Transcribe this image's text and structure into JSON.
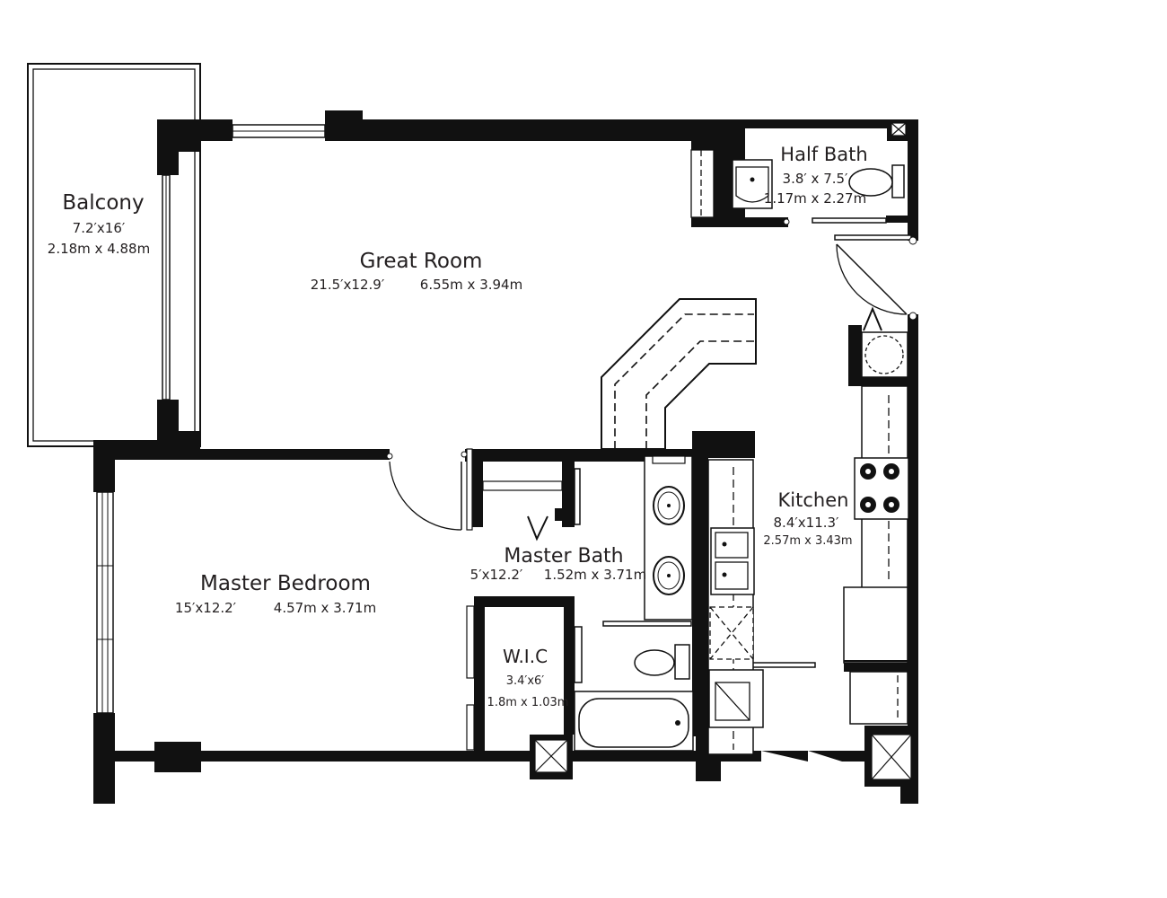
{
  "rooms": {
    "balcony": {
      "name": "Balcony",
      "dim_ft": "7.2′x16′",
      "dim_m": "2.18m x 4.88m"
    },
    "great_room": {
      "name": "Great Room",
      "dim_ft": "21.5′x12.9′",
      "dim_m": "6.55m x 3.94m"
    },
    "half_bath": {
      "name": "Half Bath",
      "dim_ft": "3.8′ x 7.5′",
      "dim_m": "1.17m x 2.27m"
    },
    "kitchen": {
      "name": "Kitchen",
      "dim_ft": "8.4′x11.3′",
      "dim_m": "2.57m x 3.43m"
    },
    "master_bath": {
      "name": "Master Bath",
      "dim_ft": "5′x12.2′",
      "dim_m": "1.52m x 3.71m"
    },
    "master_bedroom": {
      "name": "Master Bedroom",
      "dim_ft": "15′x12.2′",
      "dim_m": "4.57m x 3.71m"
    },
    "wic": {
      "name": "W.I.C",
      "dim_ft": "3.4′x6′",
      "dim_m": "1.8m x 1.03m"
    }
  },
  "colors": {
    "wall": "#111111",
    "text": "#231f20",
    "background": "#ffffff"
  }
}
